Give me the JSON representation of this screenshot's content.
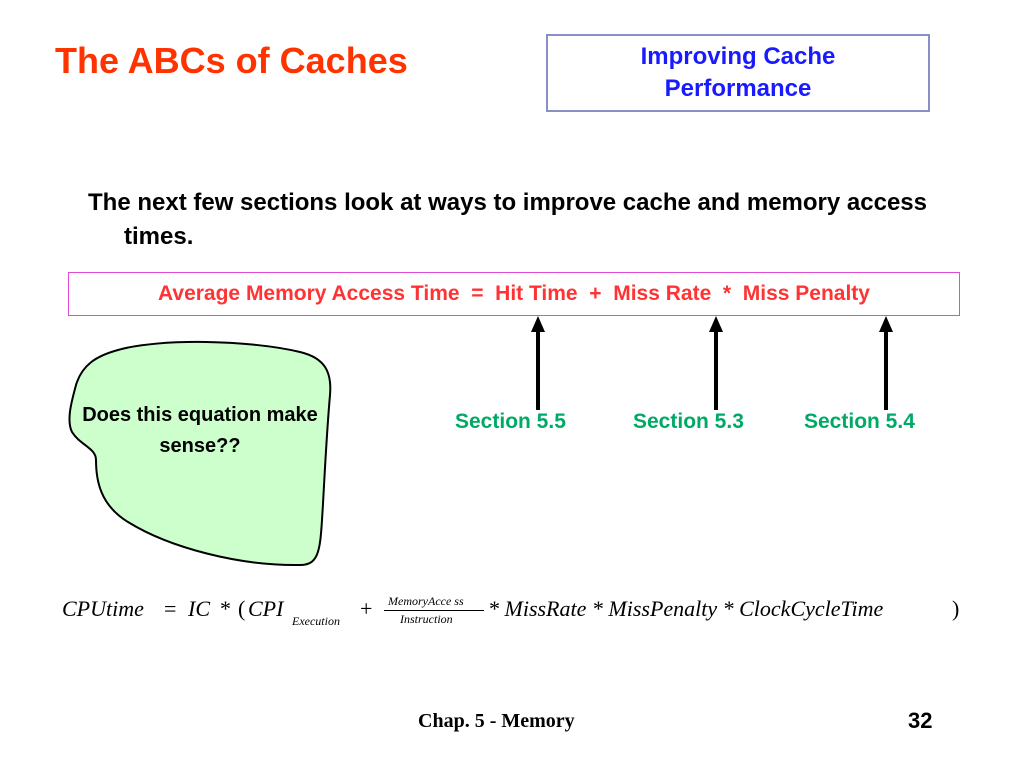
{
  "slide": {
    "title": "The ABCs of Caches",
    "section_box": "Improving Cache\nPerformance",
    "intro": "The next few sections look at ways to improve cache and memory access times.",
    "equation": "Average Memory Access Time  =  Hit Time  +  Miss Rate  *  Miss Penalty",
    "sections": [
      {
        "label": "Section 5.5"
      },
      {
        "label": "Section 5.3"
      },
      {
        "label": "Section 5.4"
      }
    ],
    "bubble": "Does this equation make sense??",
    "formula": {
      "lhs": "CPUtime",
      "equals": "=",
      "ic": "IC",
      "times1": "*",
      "open": "(",
      "cpi": "CPI",
      "cpi_sub": "Execution",
      "plus": "+",
      "frac_num": "MemoryAcce ss",
      "frac_den": "Instruction",
      "rest": "* MissRate * MissPenalty * ClockCycleTime",
      "close": ")"
    },
    "footer": {
      "chapter": "Chap. 5 - Memory",
      "page": "32"
    }
  },
  "colors": {
    "title": "#ff3300",
    "section_box_text": "#1a1aff",
    "equation_text": "#ff3333",
    "section_labels": "#00aa66",
    "bubble_fill": "#ccffcc"
  }
}
